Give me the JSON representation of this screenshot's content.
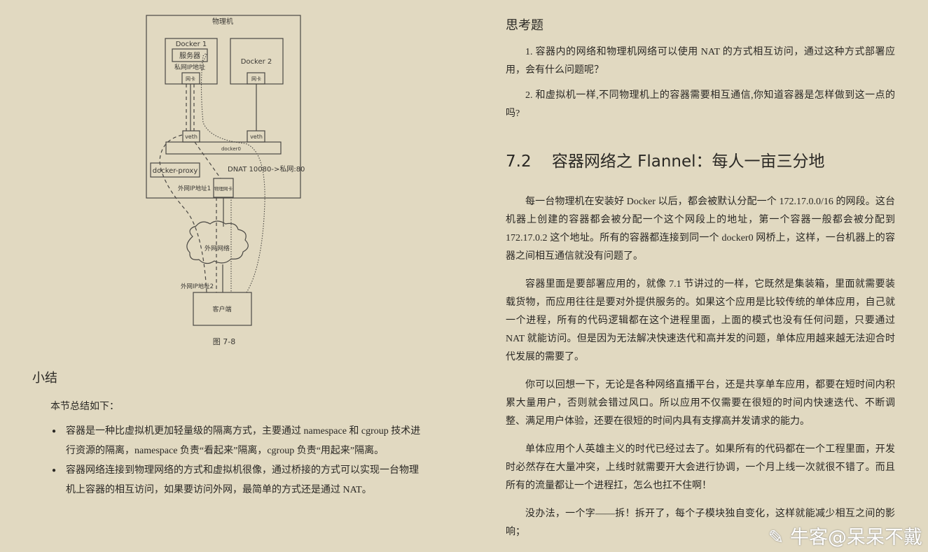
{
  "figure": {
    "physical_machine": "物理机",
    "docker1": "Docker 1",
    "server": "服务器",
    "private_ip": "私网IP地址",
    "nic": "网卡",
    "docker2": "Docker 2",
    "veth1": "veth",
    "veth2": "veth",
    "docker0": "docker0",
    "docker_proxy": "docker-proxy",
    "dnat": "DNAT 10080->私网:80",
    "public_ip1": "外网IP地址1",
    "physical_nic": "物理网卡",
    "internet": "外网网络",
    "public_ip2": "外网IP地址2",
    "client": "客户端",
    "caption": "图 7-8"
  },
  "summary": {
    "title": "小结",
    "intro": "本节总结如下：",
    "bullets": [
      "容器是一种比虚拟机更加轻量级的隔离方式，主要通过 namespace 和 cgroup 技术进行资源的隔离，namespace 负责“看起来”隔离，cgroup 负责“用起来”隔离。",
      "容器网络连接到物理网络的方式和虚拟机很像，通过桥接的方式可以实现一台物理机上容器的相互访问，如果要访问外网，最简单的方式还是通过 NAT。"
    ]
  },
  "questions": {
    "title": "思考题",
    "items": [
      "1.  容器内的网络和物理机网络可以使用 NAT 的方式相互访问，通过这种方式部署应用，会有什么问题呢？",
      "2. 和虚拟机一样,不同物理机上的容器需要相互通信,你知道容器是怎样做到这一点的吗?"
    ]
  },
  "section": {
    "title": "7.2    容器网络之 Flannel：每人一亩三分地",
    "paragraphs": [
      "每一台物理机在安装好 Docker 以后，都会被默认分配一个 172.17.0.0/16 的网段。这台机器上创建的容器都会被分配一个这个网段上的地址，第一个容器一般都会被分配到 172.17.0.2 这个地址。所有的容器都连接到同一个 docker0 网桥上，这样，一台机器上的容器之间相互通信就没有问题了。",
      "容器里面是要部署应用的，就像 7.1 节讲过的一样，它既然是集装箱，里面就需要装载货物，而应用往往是要对外提供服务的。如果这个应用是比较传统的单体应用，自己就一个进程，所有的代码逻辑都在这个进程里面，上面的模式也没有任何问题，只要通过 NAT 就能访问。但是因为无法解决快速迭代和高并发的问题，单体应用越来越无法迎合时代发展的需要了。",
      "你可以回想一下，无论是各种网络直播平台，还是共享单车应用，都要在短时间内积累大量用户，否则就会错过风口。所以应用不仅需要在很短的时间内快速迭代、不断调整、满足用户体验，还要在很短的时间内具有支撑高并发请求的能力。",
      "单体应用个人英雄主义的时代已经过去了。如果所有的代码都在一个工程里面，开发时必然存在大量冲突，上线时就需要开大会进行协调，一个月上线一次就很不错了。而且所有的流量都让一个进程扛，怎么也扛不住啊！",
      "没办法，一个字——拆！拆开了，每个子模块独自变化，这样就能减少相互之间的影响；"
    ]
  },
  "watermark": "牛客@呆呆不戴"
}
